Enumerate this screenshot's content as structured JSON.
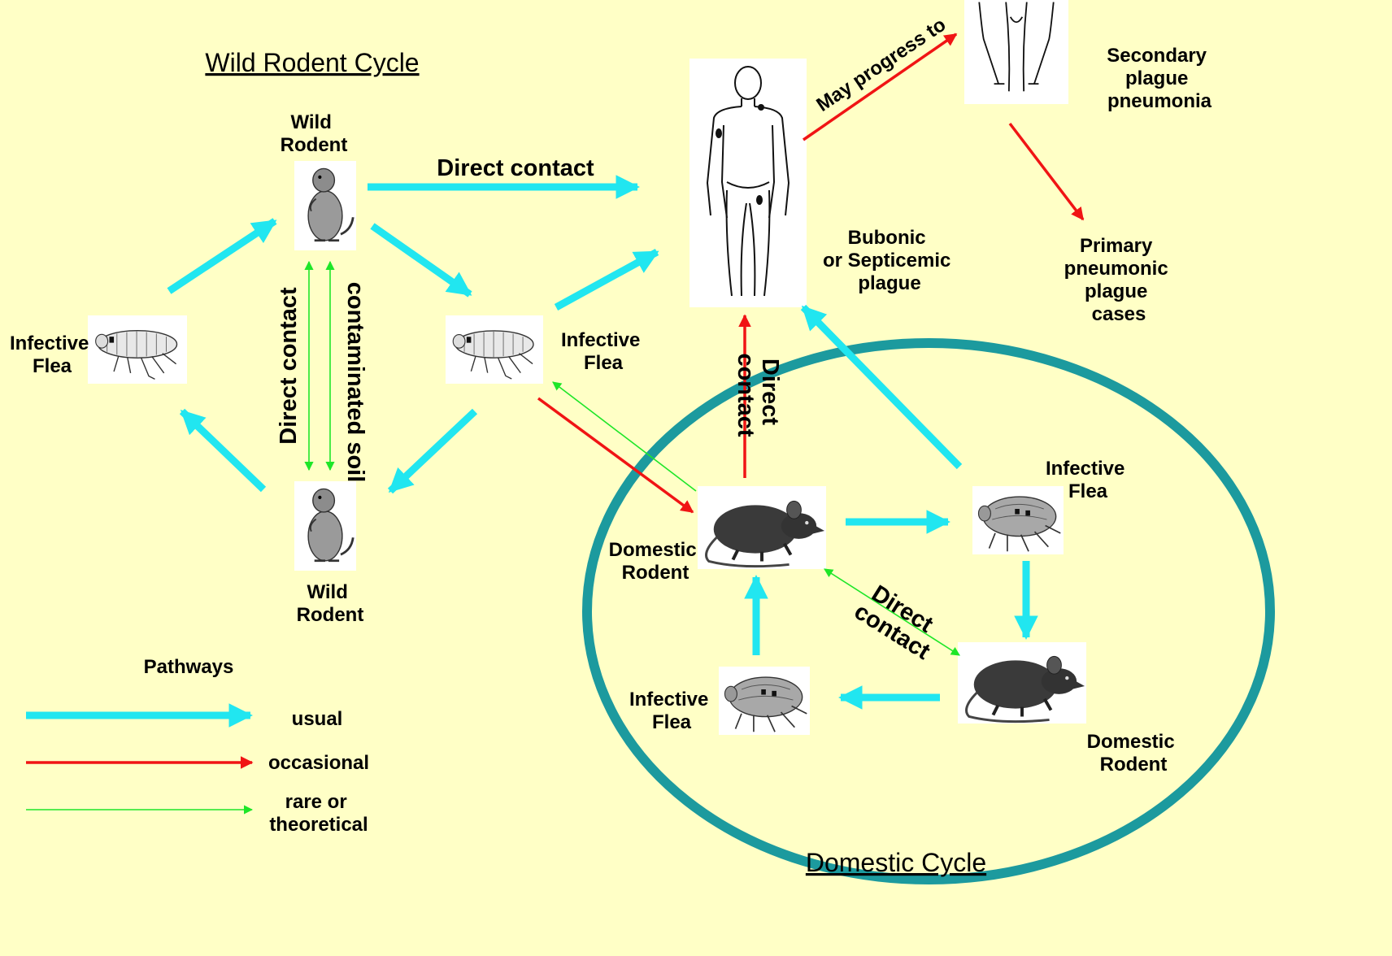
{
  "colors": {
    "background": "#ffffc6",
    "usual": "#21e6f0",
    "occasional": "#f01414",
    "rare": "#1ee628",
    "domestic_circle": "#1c9a9e"
  },
  "icons": {
    "wild_rodent": "prairie-dog-icon",
    "flea": "flea-icon",
    "domestic_rodent": "rat-icon",
    "human": "human-figure-icon"
  },
  "titles": {
    "wild_cycle": "Wild Rodent Cycle",
    "domestic_cycle": "Domestic Cycle"
  },
  "nodes": {
    "wild_rodent_top": [
      "Wild",
      "Rodent"
    ],
    "wild_rodent_bottom": [
      "Wild",
      "Rodent"
    ],
    "flea_left": [
      "Infective",
      "Flea"
    ],
    "flea_center": [
      "Infective",
      "Flea"
    ],
    "flea_dom_right": [
      "Infective",
      "Flea"
    ],
    "flea_dom_bottom": [
      "Infective",
      "Flea"
    ],
    "domestic_rodent_left": [
      "Domestic",
      "Rodent"
    ],
    "domestic_rodent_right": [
      "Domestic",
      "Rodent"
    ],
    "bubonic": [
      "Bubonic",
      "or Septicemic",
      "plague"
    ],
    "secondary": [
      "Secondary",
      "plague",
      "pneumonia"
    ],
    "primary": [
      "Primary",
      "pneumonic",
      "plague",
      "cases"
    ]
  },
  "edge_labels": {
    "direct_contact_wild_to_human": "Direct contact",
    "direct_contact_wild_vertical": "Direct contact",
    "contaminated_soil": "contaminated soil",
    "direct_contact_rodent_to_human": [
      "Direct",
      "contact"
    ],
    "direct_contact_domestic_rodents": [
      "Direct",
      "contact"
    ],
    "may_progress_to": "May progress to"
  },
  "legend": {
    "title": "Pathways",
    "usual": "usual",
    "occasional": "occasional",
    "rare": [
      "rare or",
      "theoretical"
    ]
  }
}
